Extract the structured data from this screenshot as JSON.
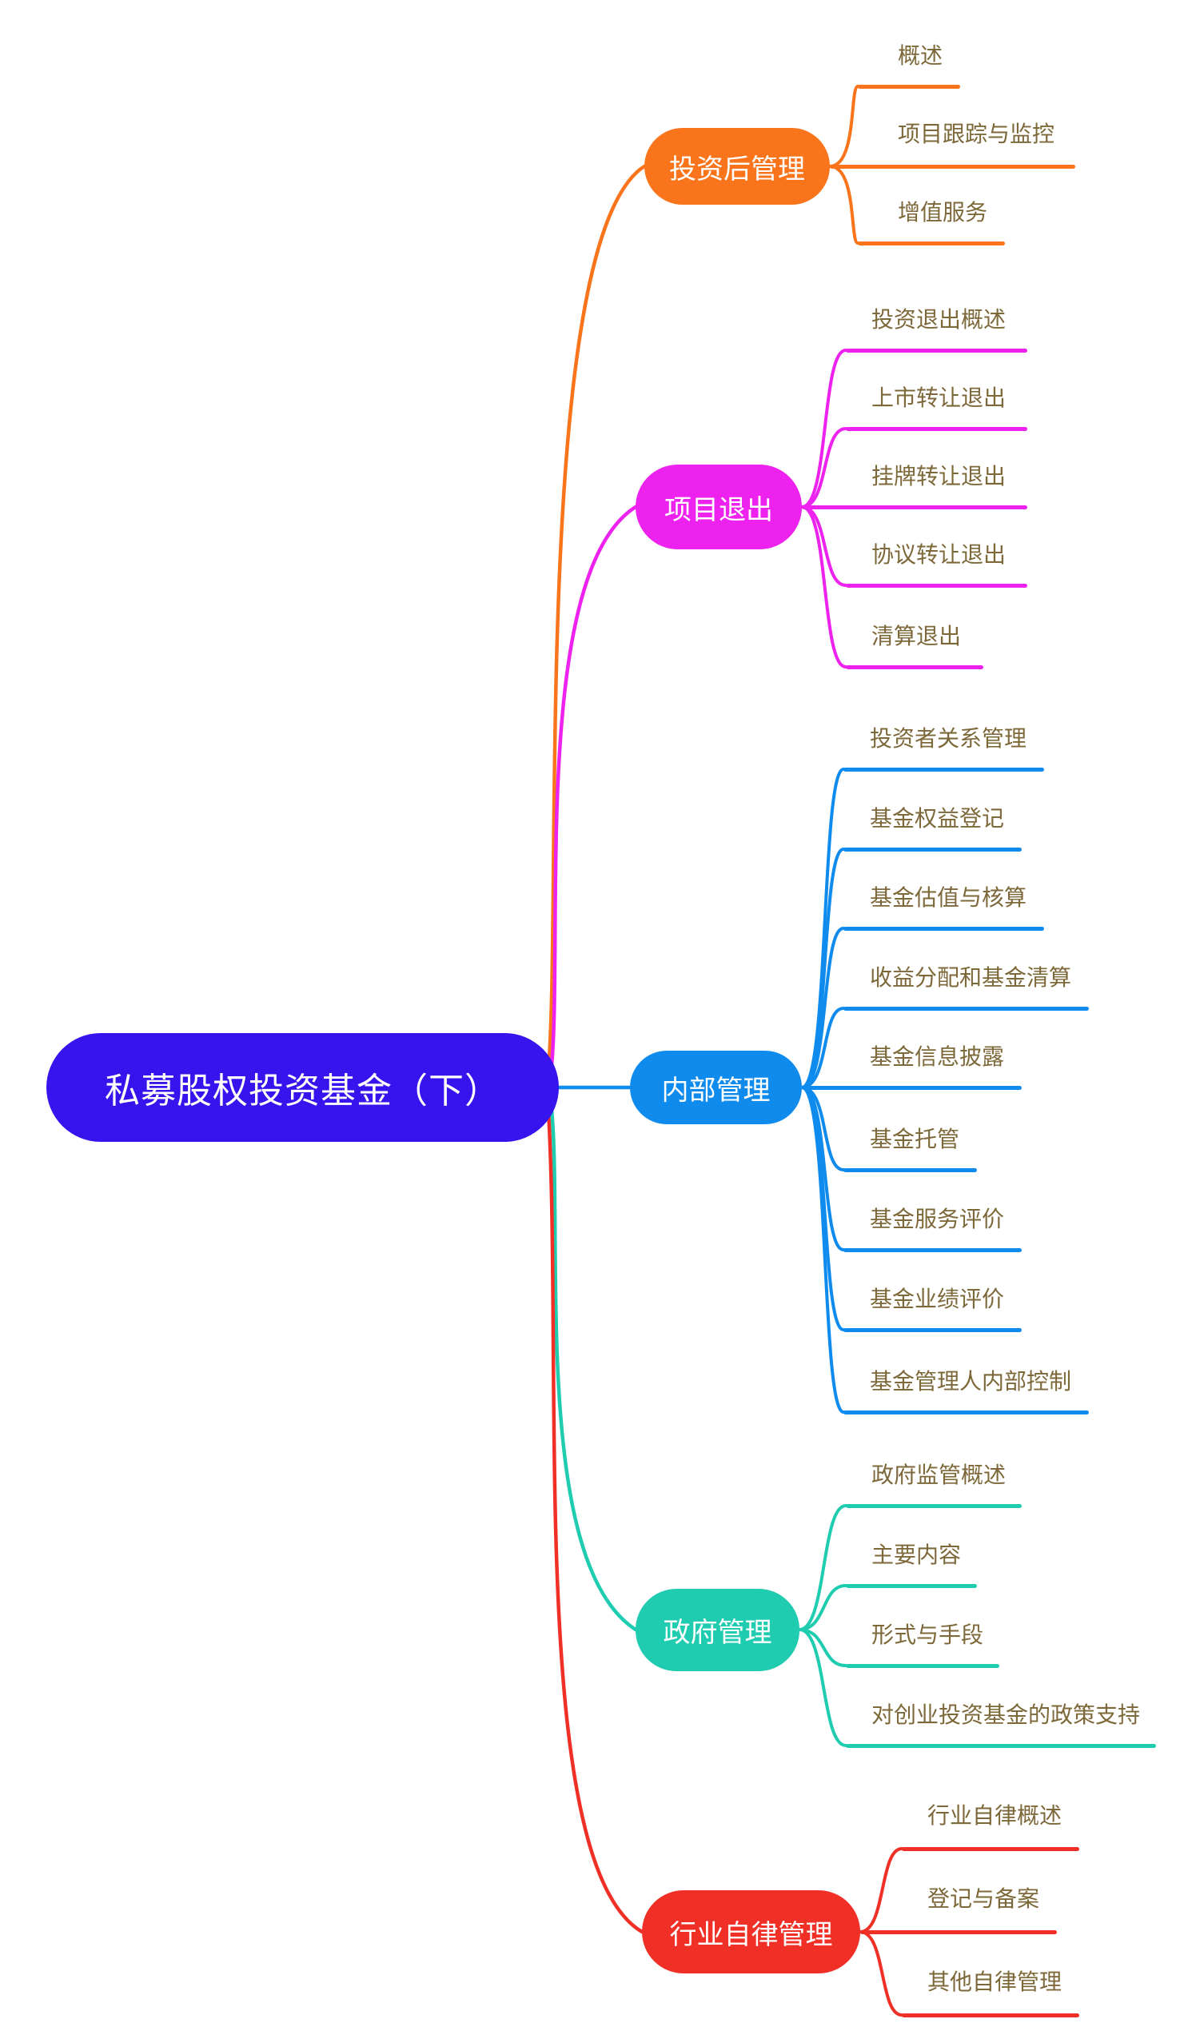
{
  "title": {
    "label": "私募股权投资基金（下）"
  },
  "colors": {
    "central": "#3713ee",
    "node_text": "#ffffff",
    "leaf_text": "#7d6839",
    "background": "#ffffff"
  },
  "branches": [
    {
      "label": "投资后管理",
      "color": "#f9741a",
      "children": [
        {
          "label": "概述"
        },
        {
          "label": "项目跟踪与监控"
        },
        {
          "label": "增值服务"
        }
      ]
    },
    {
      "label": "项目退出",
      "color": "#ee22ee",
      "children": [
        {
          "label": "投资退出概述"
        },
        {
          "label": "上市转让退出"
        },
        {
          "label": "挂牌转让退出"
        },
        {
          "label": "协议转让退出"
        },
        {
          "label": "清算退出"
        }
      ]
    },
    {
      "label": "内部管理",
      "color": "#0f8bee",
      "children": [
        {
          "label": "投资者关系管理"
        },
        {
          "label": "基金权益登记"
        },
        {
          "label": "基金估值与核算"
        },
        {
          "label": "收益分配和基金清算"
        },
        {
          "label": "基金信息披露"
        },
        {
          "label": "基金托管"
        },
        {
          "label": "基金服务评价"
        },
        {
          "label": "基金业绩评价"
        },
        {
          "label": "基金管理人内部控制"
        }
      ]
    },
    {
      "label": "政府管理",
      "color": "#1fccb0",
      "children": [
        {
          "label": "政府监管概述"
        },
        {
          "label": "主要内容"
        },
        {
          "label": "形式与手段"
        },
        {
          "label": "对创业投资基金的政策支持"
        }
      ]
    },
    {
      "label": "行业自律管理",
      "color": "#f03026",
      "children": [
        {
          "label": "行业自律概述"
        },
        {
          "label": "登记与备案"
        },
        {
          "label": "其他自律管理"
        }
      ]
    }
  ]
}
